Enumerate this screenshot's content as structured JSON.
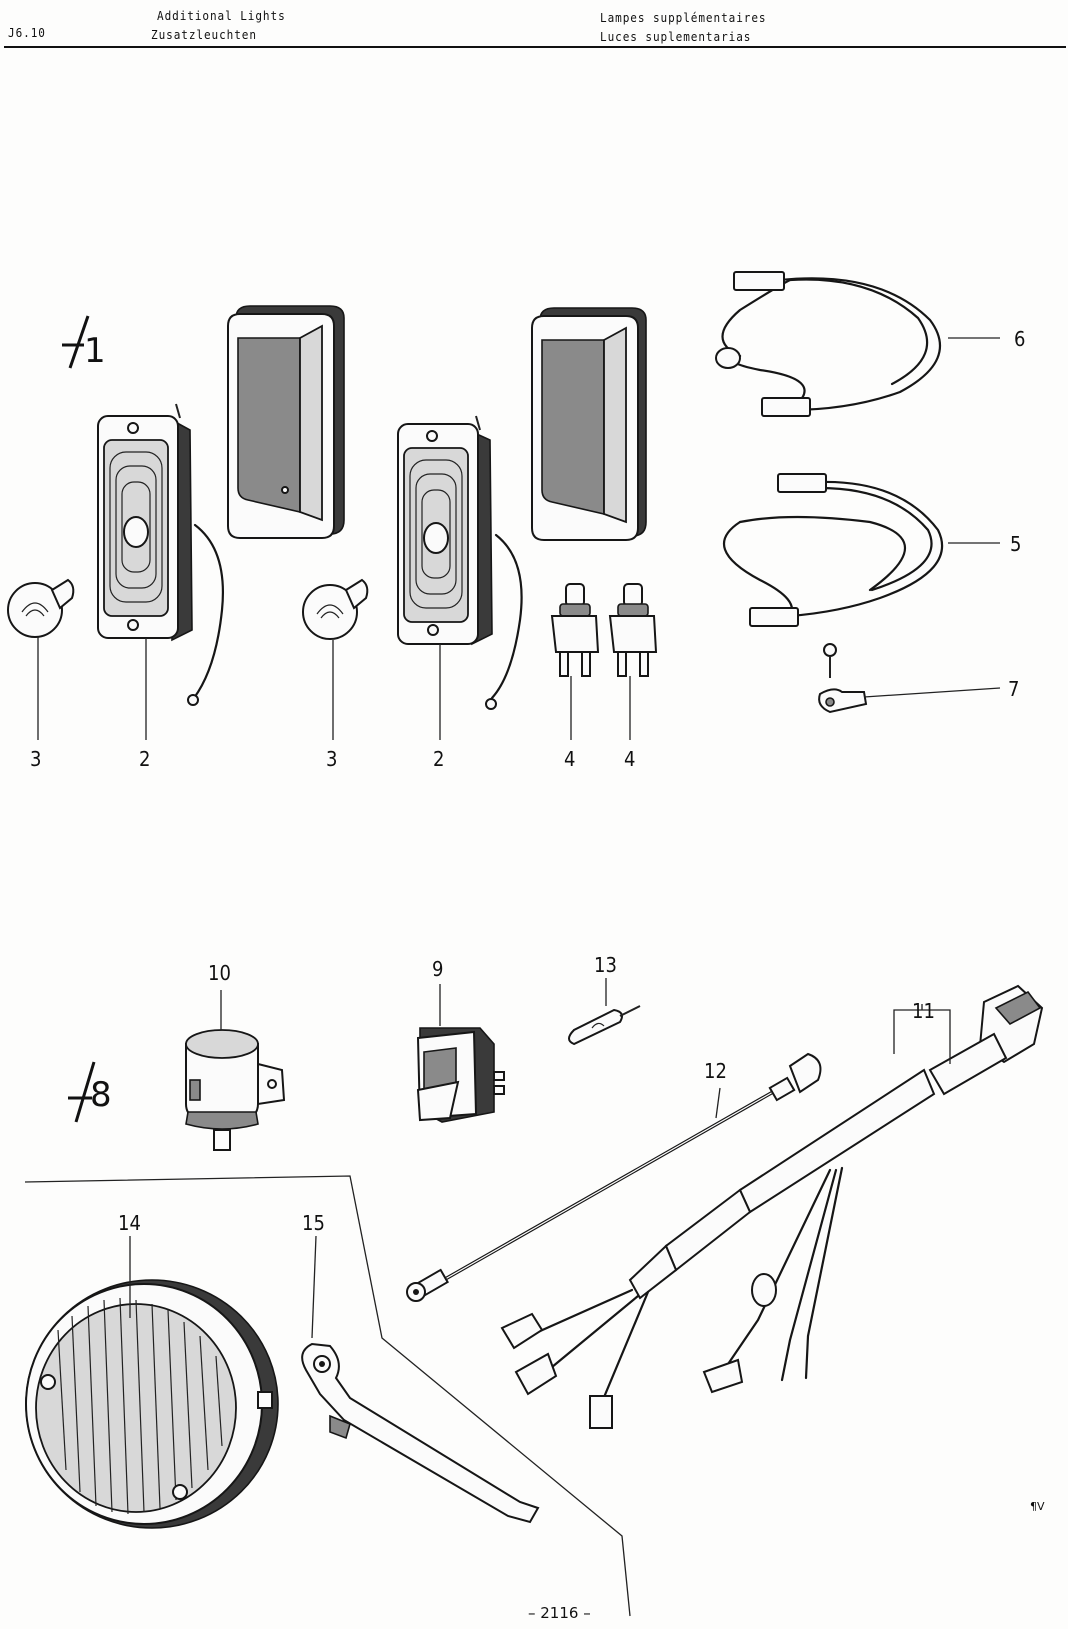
{
  "header": {
    "code": "J6.10",
    "title_en": "Additional Lights",
    "title_de": "Zusatzleuchten",
    "title_fr": "Lampes supplémentaires",
    "title_es": "Luces suplementarias"
  },
  "groups": [
    {
      "id": "g1",
      "label": "1"
    },
    {
      "id": "g8",
      "label": "8"
    }
  ],
  "callouts": [
    {
      "id": "c3a",
      "label": "3"
    },
    {
      "id": "c2a",
      "label": "2"
    },
    {
      "id": "c3b",
      "label": "3"
    },
    {
      "id": "c2b",
      "label": "2"
    },
    {
      "id": "c4a",
      "label": "4"
    },
    {
      "id": "c4b",
      "label": "4"
    },
    {
      "id": "c6",
      "label": "6"
    },
    {
      "id": "c5",
      "label": "5"
    },
    {
      "id": "c7",
      "label": "7"
    },
    {
      "id": "c10",
      "label": "10"
    },
    {
      "id": "c9",
      "label": "9"
    },
    {
      "id": "c13",
      "label": "13"
    },
    {
      "id": "c12",
      "label": "12"
    },
    {
      "id": "c11",
      "label": "11"
    },
    {
      "id": "c14",
      "label": "14"
    },
    {
      "id": "c15",
      "label": "15"
    }
  ],
  "footer": {
    "page_number": "– 2116 –",
    "corner_mark": "¶V"
  }
}
